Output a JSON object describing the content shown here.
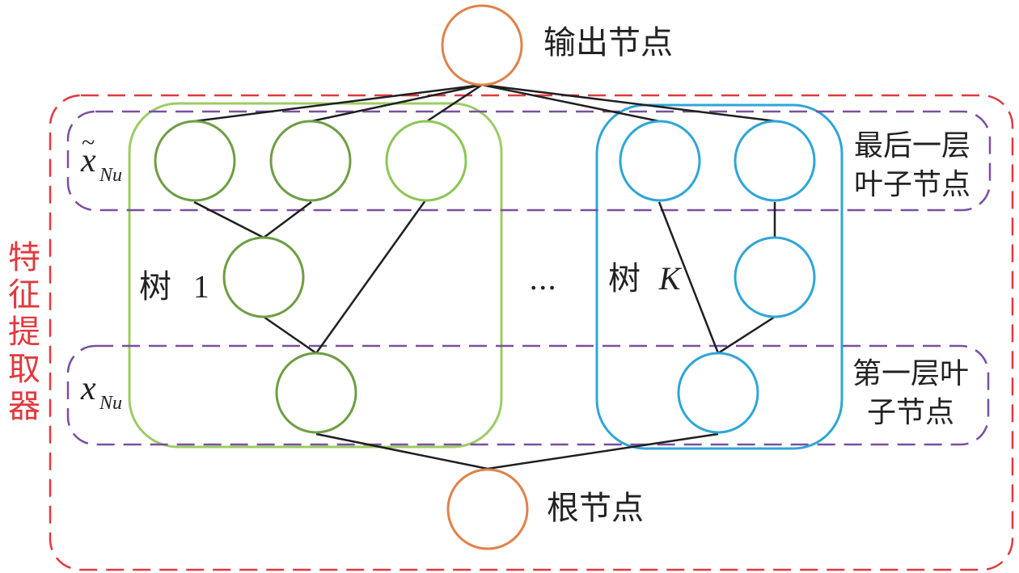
{
  "labels": {
    "output_node": "输出节点",
    "root_node": "根节点",
    "last_layer_line1": "最后一层",
    "last_layer_line2": "叶子节点",
    "first_layer_line1": "第一层叶",
    "first_layer_line2": "子节点",
    "feature_extractor": [
      "特",
      "征",
      "提",
      "取",
      "器"
    ],
    "tree1_prefix": "树",
    "tree1_index": "1",
    "treeK_prefix": "树",
    "treeK_index": "K",
    "ellipsis": "...",
    "x_tilde_base": "x",
    "x_tilde_sub": "Nu",
    "x_base": "x",
    "x_sub": "Nu"
  },
  "colors": {
    "orange_node": "#e0824a",
    "tree1_dark_node": "#6e9e44",
    "tree1_light_node": "#8cc653",
    "tree1_box": "#9ccc65",
    "treeK_node": "#2ea6d6",
    "treeK_box": "#2ea6d6",
    "purple_dash": "#7b4fa0",
    "red_dash": "#e0393e",
    "edge": "#1f1f1f"
  }
}
